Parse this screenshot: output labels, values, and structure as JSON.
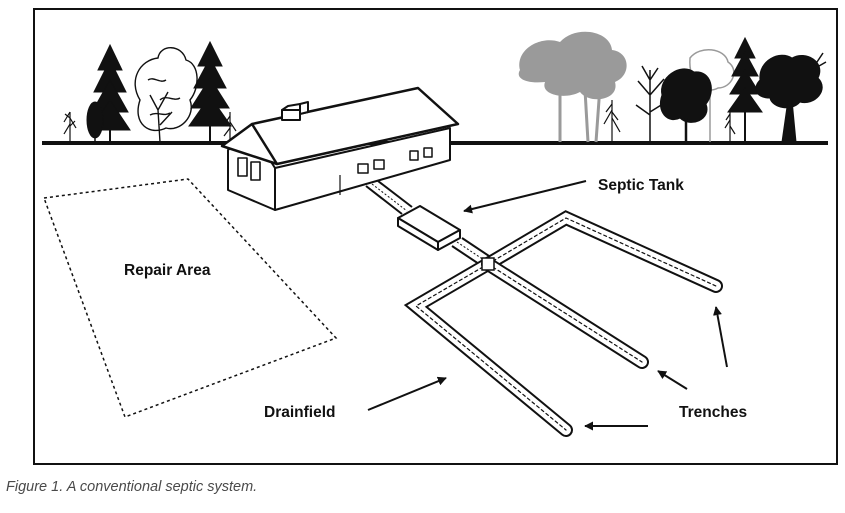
{
  "labels": {
    "septic_tank": "Septic Tank",
    "repair_area": "Repair Area",
    "drainfield": "Drainfield",
    "trenches": "Trenches"
  },
  "caption": "Figure 1. A conventional septic system.",
  "colors": {
    "ink": "#111111",
    "faded_trees": "#9a9a9a",
    "caption": "#4a4a4a"
  }
}
